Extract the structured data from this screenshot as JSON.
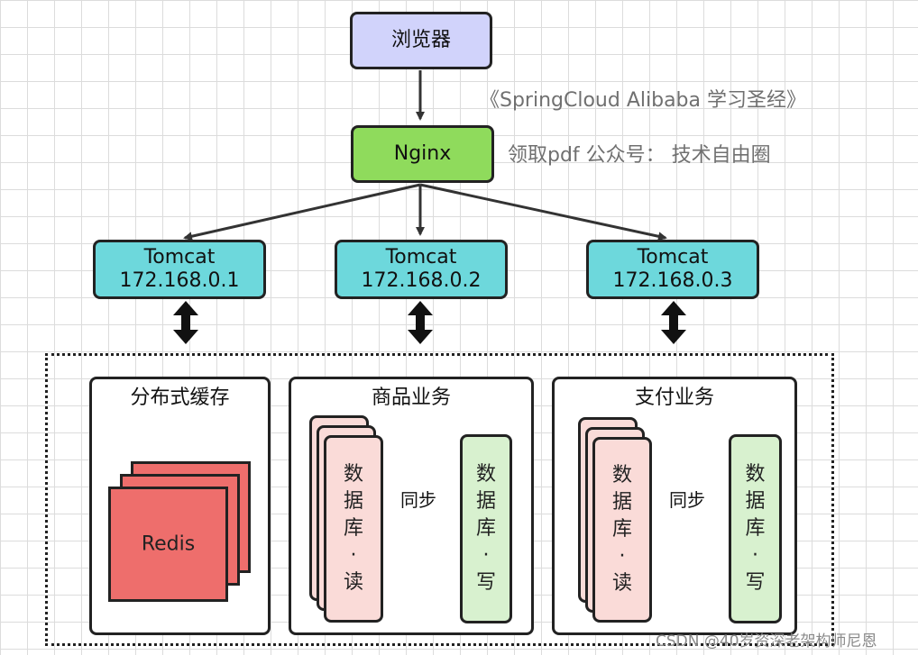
{
  "browser": {
    "label": "浏览器"
  },
  "nginx": {
    "label": "Nginx"
  },
  "notes": {
    "book": "《SpringCloud Alibaba 学习圣经》",
    "contact": "领取pdf 公众号： 技术自由圈"
  },
  "tomcats": [
    {
      "title": "Tomcat",
      "ip": "172.168.0.1"
    },
    {
      "title": "Tomcat",
      "ip": "172.168.0.2"
    },
    {
      "title": "Tomcat",
      "ip": "172.168.0.3"
    }
  ],
  "groups": {
    "cache": {
      "title": "分布式缓存",
      "node": "Redis"
    },
    "product": {
      "title": "商品业务",
      "read_db": "数\n据\n库\n·\n读",
      "write_db": "数\n据\n库\n·\n写",
      "sync": "同步"
    },
    "payment": {
      "title": "支付业务",
      "read_db": "数\n据\n库\n·\n读",
      "write_db": "数\n据\n库\n·\n写",
      "sync": "同步"
    }
  },
  "watermark": "CSDN @40岁资深老架构师尼恩",
  "colors": {
    "browser": "#d1d3fb",
    "nginx": "#8fdb5c",
    "tomcat": "#6dd8dc",
    "redis": "#ee6e6c",
    "db_read": "#fadbd8",
    "db_write": "#d8f1cf"
  }
}
